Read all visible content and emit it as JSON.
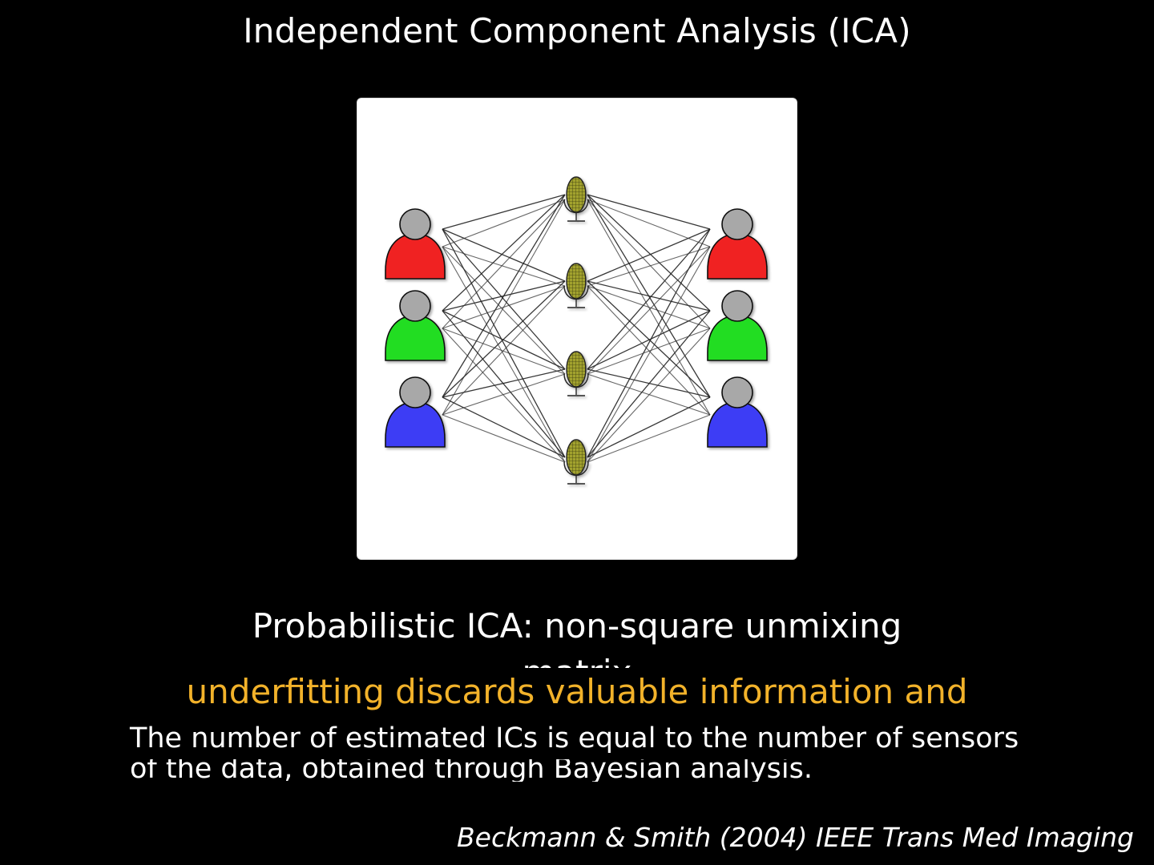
{
  "slide": {
    "title": "Independent Component Analysis (ICA)",
    "subtitle": "Probabilistic ICA: non-square unmixing",
    "subtitle_continuation": "matrix",
    "warning": "underfitting discards valuable information and",
    "body_line1": "The number of estimated ICs is equal to the number of sensors",
    "body_line2": "of the data, obtained through Bayesian analysis.",
    "citation": "Beckmann & Smith (2004) IEEE Trans Med Imaging"
  },
  "diagram": {
    "sources_left": [
      {
        "name": "speaker-red-left",
        "color": "#f02424"
      },
      {
        "name": "speaker-green-left",
        "color": "#22dd22"
      },
      {
        "name": "speaker-blue-left",
        "color": "#3c3cf5"
      }
    ],
    "microphones": [
      {
        "name": "microphone-1"
      },
      {
        "name": "microphone-2"
      },
      {
        "name": "microphone-3"
      },
      {
        "name": "microphone-4"
      }
    ],
    "sources_right": [
      {
        "name": "speaker-red-right",
        "color": "#f02424"
      },
      {
        "name": "speaker-green-right",
        "color": "#22dd22"
      },
      {
        "name": "speaker-blue-right",
        "color": "#3c3cf5"
      }
    ],
    "head_color": "#a8a8a8",
    "microphone_color": "#9a9a2a"
  }
}
